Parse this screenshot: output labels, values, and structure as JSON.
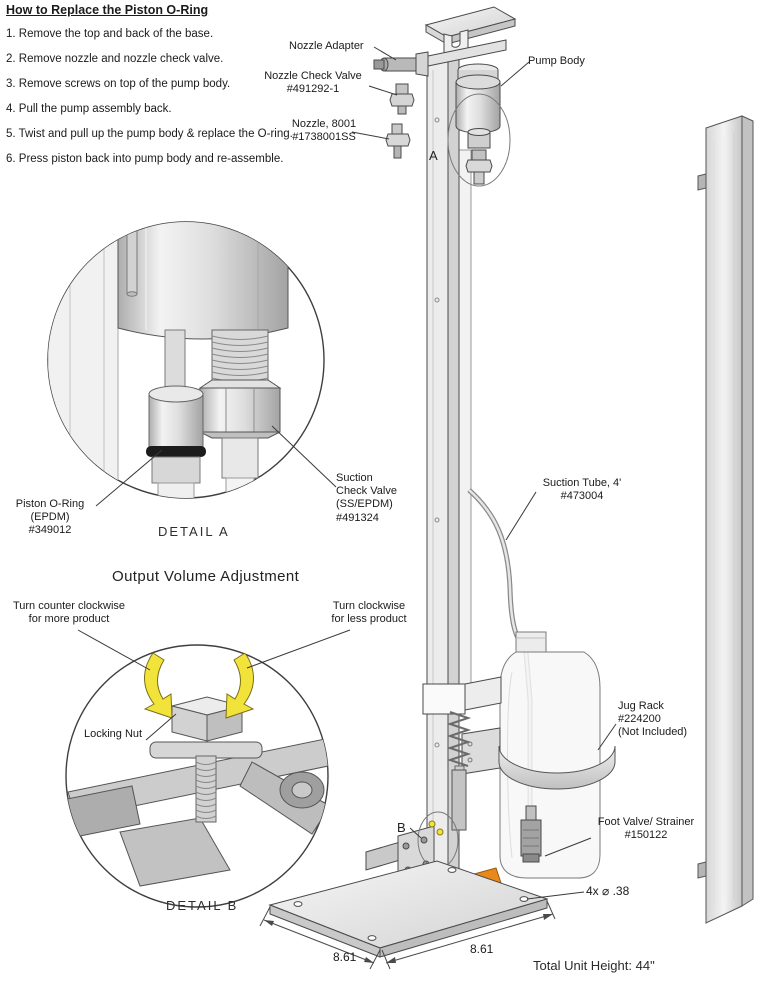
{
  "header": {
    "title": "How to Replace the Piston O-Ring",
    "steps": [
      "1. Remove the top and back of the base.",
      "2. Remove nozzle and nozzle check valve.",
      "3. Remove screws on top of the pump body.",
      "4. Pull the pump assembly back.",
      "5. Twist and pull up the pump body & replace the O-ring.",
      "6. Press piston back into pump body and re-assemble."
    ]
  },
  "detail_a": {
    "caption": "DETAIL A",
    "labels": {
      "piston_oring": "Piston O-Ring\n(EPDM)\n#349012",
      "suction_check_valve": "Suction\nCheck Valve\n(SS/EPDM)\n#491324"
    }
  },
  "volume_adjustment": {
    "heading": "Output Volume Adjustment",
    "caption": "DETAIL B",
    "labels": {
      "counter_clockwise": "Turn counter clockwise\nfor more product",
      "clockwise": "Turn clockwise\nfor less product",
      "locking_nut": "Locking Nut"
    }
  },
  "main_view": {
    "labels": {
      "nozzle_adapter": "Nozzle Adapter",
      "nozzle_check_valve": "Nozzle Check Valve\n#491292-1",
      "nozzle": "Nozzle, 8001\n#1738001SS",
      "pump_body": "Pump Body",
      "detail_a_marker": "A",
      "detail_b_marker": "B",
      "suction_tube": "Suction Tube, 4'\n#473004",
      "jug_rack": "Jug Rack\n#224200\n(Not Included)",
      "foot_valve": "Foot Valve/ Strainer\n#150122",
      "holes": "4x ⌀ .38",
      "dim_left": "8.61",
      "dim_right": "8.61",
      "total_height": "Total Unit Height: 44\""
    }
  },
  "colors": {
    "arrow_yellow": "#f2e33a",
    "highlight_orange": "#e8891b",
    "line": "#444444"
  }
}
